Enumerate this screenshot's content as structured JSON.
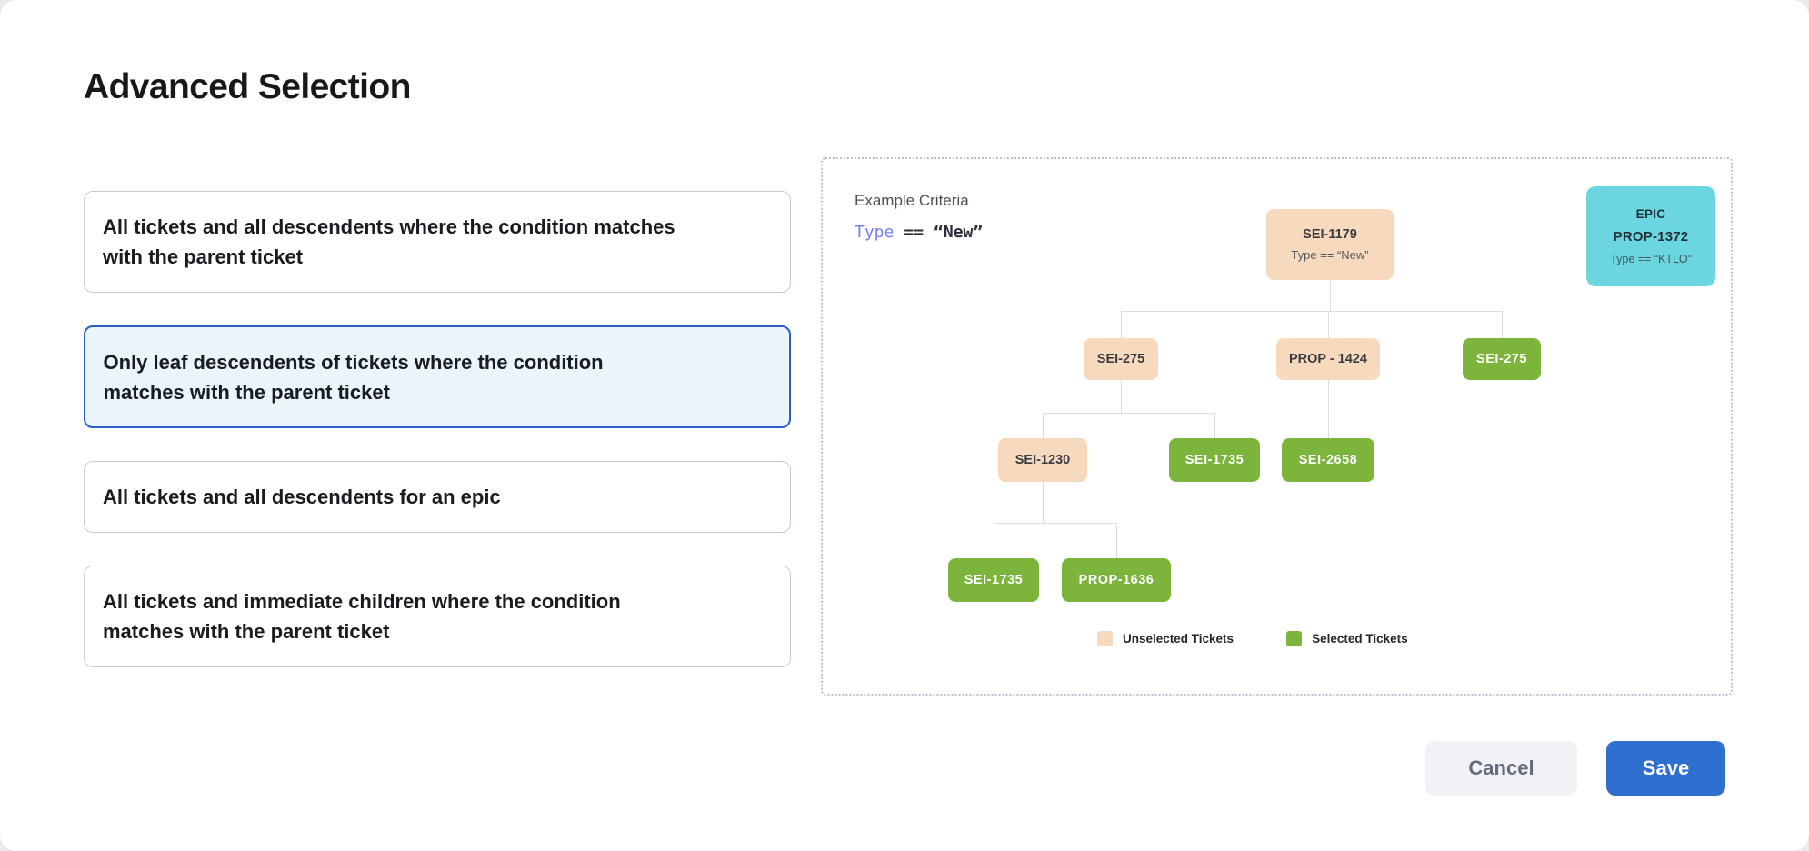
{
  "title": "Advanced Selection",
  "options": [
    {
      "label": "All tickets and all descendents where the condition matches with the parent ticket",
      "selected": false
    },
    {
      "label": "Only leaf descendents of tickets where the condition matches with the parent ticket",
      "selected": true
    },
    {
      "label": "All tickets and all descendents for an epic",
      "selected": false
    },
    {
      "label": "All tickets and immediate children where the condition matches with the parent ticket",
      "selected": false
    }
  ],
  "diagram": {
    "heading": "Example Criteria",
    "criteria": {
      "field": "Type",
      "operator": "==",
      "value": "“New”"
    },
    "epic_card": {
      "kind": "EPIC",
      "id": "PROP-1372",
      "condition": "Type == “KTLO”"
    },
    "nodes": [
      {
        "id": "SEI-1179",
        "condition": "Type == “New”",
        "state": "unselected"
      },
      {
        "id": "SEI-275",
        "state": "unselected"
      },
      {
        "id": "PROP - 1424",
        "state": "unselected"
      },
      {
        "id": "SEI-275",
        "state": "selected"
      },
      {
        "id": "SEI-1230",
        "state": "unselected"
      },
      {
        "id": "SEI-1735",
        "state": "selected"
      },
      {
        "id": "SEI-2658",
        "state": "selected"
      },
      {
        "id": "SEI-1735",
        "state": "selected"
      },
      {
        "id": "PROP-1636",
        "state": "selected"
      }
    ],
    "legend": [
      {
        "label": "Unselected Tickets",
        "color": "#F7DABE"
      },
      {
        "label": "Selected Tickets",
        "color": "#7CB43C"
      }
    ]
  },
  "footer": {
    "cancel_label": "Cancel",
    "save_label": "Save"
  },
  "colors": {
    "unselected_ticket": "#F7DABE",
    "selected_ticket": "#7CB43C",
    "epic_card": "#6BD6DF",
    "selected_option_border": "#2B5EC6",
    "selected_option_bg": "#EAF4FB",
    "save_button": "#2F6FD0",
    "criteria_field": "#787CF1"
  }
}
